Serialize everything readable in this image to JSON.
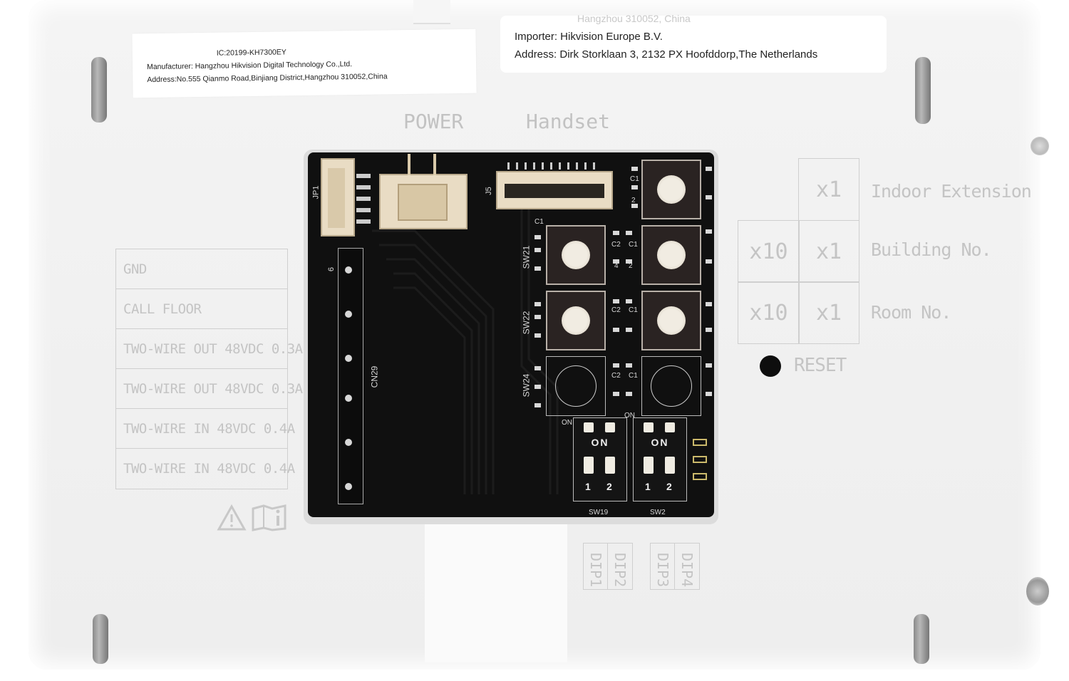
{
  "sticker_left": {
    "ic": "IC:20199-KH7300EY",
    "manufacturer": "Manufacturer: Hangzhou Hikvision Digital Technology Co.,Ltd.",
    "address": "Address:No.555 Qianmo Road,Binjiang District,Hangzhou 310052,China"
  },
  "sticker_right": {
    "top_cut": "Hangzhou 310052, China",
    "importer": "Importer: Hikvision Europe B.V.",
    "address": "Address: Dirk Storklaan 3, 2132 PX Hoofddorp,The Netherlands"
  },
  "ports": {
    "power": "POWER",
    "handset": "Handset"
  },
  "terminals": [
    "GND",
    "CALL FLOOR",
    "TWO-WIRE OUT 48VDC 0.3A",
    "TWO-WIRE OUT 48VDC 0.3A",
    "TWO-WIRE IN 48VDC 0.4A",
    "TWO-WIRE IN 48VDC 0.4A"
  ],
  "address_grid": {
    "indoor_extension": {
      "label": "Indoor Extension",
      "x1": "x1"
    },
    "building_no": {
      "label": "Building No.",
      "x10": "x10",
      "x1": "x1"
    },
    "room_no": {
      "label": "Room No.",
      "x10": "x10",
      "x1": "x1"
    }
  },
  "reset": "RESET",
  "dip_labels": [
    "DIP1",
    "DIP2",
    "DIP3",
    "DIP4"
  ],
  "pcb": {
    "jp1": "JP1",
    "j5": "J5",
    "cn29": "CN29",
    "cn_pin": "6",
    "sw21": "SW21",
    "sw22": "SW22",
    "sw24": "SW24",
    "dip_on": "ON",
    "dip_1": "1",
    "dip_2": "2",
    "on_small": "ON",
    "c1": "C1",
    "c2": "C2",
    "n2": "2",
    "n4": "4",
    "sw19": "SW19",
    "sw2x": "SW2"
  }
}
